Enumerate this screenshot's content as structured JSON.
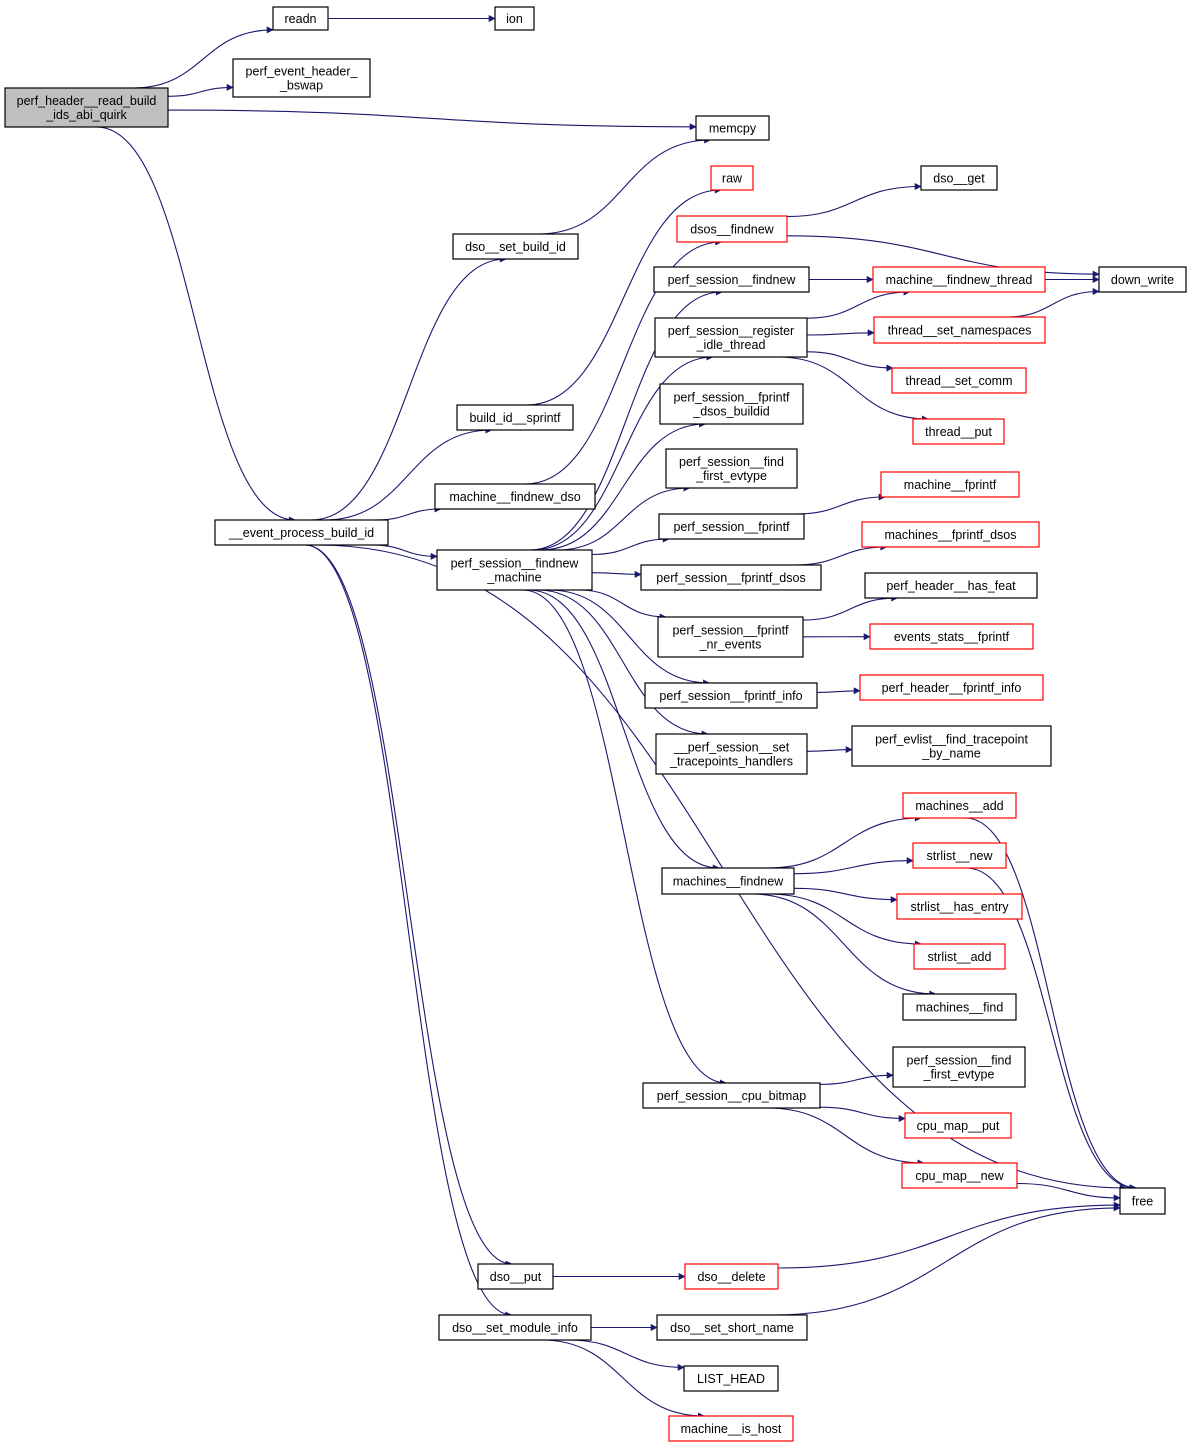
{
  "title": "perf_header__read_build_ids_abi_quirk call graph",
  "colors": {
    "edge": "#191970",
    "node_border_default": "#000000",
    "node_border_truncated": "#ff0000",
    "root_fill": "#bfbfbf",
    "node_fill": "#ffffff"
  },
  "nodes": [
    {
      "id": "root",
      "lines": [
        "perf_header__read_build",
        "_ids_abi_quirk"
      ],
      "style": "root"
    },
    {
      "id": "readn",
      "lines": [
        "readn"
      ],
      "style": "normal"
    },
    {
      "id": "ion",
      "lines": [
        "ion"
      ],
      "style": "normal"
    },
    {
      "id": "bswap",
      "lines": [
        "perf_event_header_",
        "_bswap"
      ],
      "style": "normal"
    },
    {
      "id": "memcpy",
      "lines": [
        "memcpy"
      ],
      "style": "normal"
    },
    {
      "id": "raw",
      "lines": [
        "raw"
      ],
      "style": "truncated"
    },
    {
      "id": "dso_get",
      "lines": [
        "dso__get"
      ],
      "style": "normal"
    },
    {
      "id": "dsos_findnew",
      "lines": [
        "dsos__findnew"
      ],
      "style": "truncated"
    },
    {
      "id": "dso_set_build_id",
      "lines": [
        "dso__set_build_id"
      ],
      "style": "normal"
    },
    {
      "id": "down_write",
      "lines": [
        "down_write"
      ],
      "style": "normal"
    },
    {
      "id": "ps_findnew",
      "lines": [
        "perf_session__findnew"
      ],
      "style": "normal"
    },
    {
      "id": "m_findnew_thread",
      "lines": [
        "machine__findnew_thread"
      ],
      "style": "truncated"
    },
    {
      "id": "ps_register_idle",
      "lines": [
        "perf_session__register",
        "_idle_thread"
      ],
      "style": "normal"
    },
    {
      "id": "thread_set_ns",
      "lines": [
        "thread__set_namespaces"
      ],
      "style": "truncated"
    },
    {
      "id": "thread_set_comm",
      "lines": [
        "thread__set_comm"
      ],
      "style": "truncated"
    },
    {
      "id": "thread_put",
      "lines": [
        "thread__put"
      ],
      "style": "truncated"
    },
    {
      "id": "ps_fprintf_dsos_buildid",
      "lines": [
        "perf_session__fprintf",
        "_dsos_buildid"
      ],
      "style": "normal"
    },
    {
      "id": "build_id_sprintf",
      "lines": [
        "build_id__sprintf"
      ],
      "style": "normal"
    },
    {
      "id": "ps_find_first_evtype_a",
      "lines": [
        "perf_session__find",
        "_first_evtype"
      ],
      "style": "normal"
    },
    {
      "id": "m_fprintf",
      "lines": [
        "machine__fprintf"
      ],
      "style": "truncated"
    },
    {
      "id": "m_findnew_dso",
      "lines": [
        "machine__findnew_dso"
      ],
      "style": "normal"
    },
    {
      "id": "ps_fprintf",
      "lines": [
        "perf_session__fprintf"
      ],
      "style": "normal"
    },
    {
      "id": "event_process",
      "lines": [
        "__event_process_build_id"
      ],
      "style": "normal"
    },
    {
      "id": "ms_fprintf_dsos",
      "lines": [
        "machines__fprintf_dsos"
      ],
      "style": "truncated"
    },
    {
      "id": "ps_findnew_machine",
      "lines": [
        "perf_session__findnew",
        "_machine"
      ],
      "style": "normal"
    },
    {
      "id": "ps_fprintf_dsos",
      "lines": [
        "perf_session__fprintf_dsos"
      ],
      "style": "normal"
    },
    {
      "id": "ph_has_feat",
      "lines": [
        "perf_header__has_feat"
      ],
      "style": "normal"
    },
    {
      "id": "ps_fprintf_nr_events",
      "lines": [
        "perf_session__fprintf",
        "_nr_events"
      ],
      "style": "normal"
    },
    {
      "id": "events_stats_fprintf",
      "lines": [
        "events_stats__fprintf"
      ],
      "style": "truncated"
    },
    {
      "id": "ps_fprintf_info",
      "lines": [
        "perf_session__fprintf_info"
      ],
      "style": "normal"
    },
    {
      "id": "ph_fprintf_info",
      "lines": [
        "perf_header__fprintf_info"
      ],
      "style": "truncated"
    },
    {
      "id": "ps_set_tp_handlers",
      "lines": [
        "__perf_session__set",
        "_tracepoints_handlers"
      ],
      "style": "normal"
    },
    {
      "id": "evlist_find_tp",
      "lines": [
        "perf_evlist__find_tracepoint",
        "_by_name"
      ],
      "style": "normal"
    },
    {
      "id": "ms_add",
      "lines": [
        "machines__add"
      ],
      "style": "truncated"
    },
    {
      "id": "strlist_new",
      "lines": [
        "strlist__new"
      ],
      "style": "truncated"
    },
    {
      "id": "ms_findnew",
      "lines": [
        "machines__findnew"
      ],
      "style": "normal"
    },
    {
      "id": "strlist_has_entry",
      "lines": [
        "strlist__has_entry"
      ],
      "style": "truncated"
    },
    {
      "id": "strlist_add",
      "lines": [
        "strlist__add"
      ],
      "style": "truncated"
    },
    {
      "id": "ms_find",
      "lines": [
        "machines__find"
      ],
      "style": "normal"
    },
    {
      "id": "ps_find_first_evtype_b",
      "lines": [
        "perf_session__find",
        "_first_evtype"
      ],
      "style": "normal"
    },
    {
      "id": "ps_cpu_bitmap",
      "lines": [
        "perf_session__cpu_bitmap"
      ],
      "style": "normal"
    },
    {
      "id": "cpu_map_put",
      "lines": [
        "cpu_map__put"
      ],
      "style": "truncated"
    },
    {
      "id": "cpu_map_new",
      "lines": [
        "cpu_map__new"
      ],
      "style": "truncated"
    },
    {
      "id": "free",
      "lines": [
        "free"
      ],
      "style": "normal"
    },
    {
      "id": "dso_put",
      "lines": [
        "dso__put"
      ],
      "style": "normal"
    },
    {
      "id": "dso_delete",
      "lines": [
        "dso__delete"
      ],
      "style": "truncated"
    },
    {
      "id": "dso_set_module_info",
      "lines": [
        "dso__set_module_info"
      ],
      "style": "normal"
    },
    {
      "id": "dso_set_short_name",
      "lines": [
        "dso__set_short_name"
      ],
      "style": "normal"
    },
    {
      "id": "list_head",
      "lines": [
        "LIST_HEAD"
      ],
      "style": "normal"
    },
    {
      "id": "m_is_host",
      "lines": [
        "machine__is_host"
      ],
      "style": "truncated"
    }
  ],
  "edges": [
    [
      "root",
      "readn"
    ],
    [
      "readn",
      "ion"
    ],
    [
      "root",
      "bswap"
    ],
    [
      "root",
      "memcpy"
    ],
    [
      "root",
      "event_process"
    ],
    [
      "dso_set_build_id",
      "memcpy"
    ],
    [
      "build_id_sprintf",
      "raw"
    ],
    [
      "dsos_findnew",
      "dso_get"
    ],
    [
      "dsos_findnew",
      "down_write"
    ],
    [
      "m_findnew_dso",
      "dsos_findnew"
    ],
    [
      "ps_findnew",
      "m_findnew_thread"
    ],
    [
      "m_findnew_thread",
      "down_write"
    ],
    [
      "ps_register_idle",
      "m_findnew_thread"
    ],
    [
      "ps_register_idle",
      "thread_set_ns"
    ],
    [
      "ps_register_idle",
      "thread_set_comm"
    ],
    [
      "ps_register_idle",
      "thread_put"
    ],
    [
      "thread_set_ns",
      "down_write"
    ],
    [
      "event_process",
      "dso_set_build_id"
    ],
    [
      "event_process",
      "build_id_sprintf"
    ],
    [
      "event_process",
      "m_findnew_dso"
    ],
    [
      "event_process",
      "ps_findnew_machine"
    ],
    [
      "event_process",
      "free"
    ],
    [
      "event_process",
      "dso_put"
    ],
    [
      "event_process",
      "dso_set_module_info"
    ],
    [
      "ps_findnew_machine",
      "ps_findnew"
    ],
    [
      "ps_findnew_machine",
      "ps_register_idle"
    ],
    [
      "ps_findnew_machine",
      "ps_fprintf_dsos_buildid"
    ],
    [
      "ps_findnew_machine",
      "ps_find_first_evtype_a"
    ],
    [
      "ps_findnew_machine",
      "ps_fprintf"
    ],
    [
      "ps_findnew_machine",
      "ps_fprintf_dsos"
    ],
    [
      "ps_findnew_machine",
      "ps_fprintf_nr_events"
    ],
    [
      "ps_findnew_machine",
      "ps_fprintf_info"
    ],
    [
      "ps_findnew_machine",
      "ps_set_tp_handlers"
    ],
    [
      "ps_findnew_machine",
      "ms_findnew"
    ],
    [
      "ps_findnew_machine",
      "ps_cpu_bitmap"
    ],
    [
      "ps_fprintf",
      "m_fprintf"
    ],
    [
      "ps_fprintf_dsos",
      "ms_fprintf_dsos"
    ],
    [
      "ps_fprintf_nr_events",
      "ph_has_feat"
    ],
    [
      "ps_fprintf_nr_events",
      "events_stats_fprintf"
    ],
    [
      "ps_fprintf_info",
      "ph_fprintf_info"
    ],
    [
      "ps_set_tp_handlers",
      "evlist_find_tp"
    ],
    [
      "ms_findnew",
      "ms_add"
    ],
    [
      "ms_findnew",
      "strlist_new"
    ],
    [
      "ms_findnew",
      "strlist_has_entry"
    ],
    [
      "ms_findnew",
      "strlist_add"
    ],
    [
      "ms_findnew",
      "ms_find"
    ],
    [
      "ms_add",
      "free"
    ],
    [
      "strlist_new",
      "free"
    ],
    [
      "ps_cpu_bitmap",
      "ps_find_first_evtype_b"
    ],
    [
      "ps_cpu_bitmap",
      "cpu_map_put"
    ],
    [
      "ps_cpu_bitmap",
      "cpu_map_new"
    ],
    [
      "cpu_map_new",
      "free"
    ],
    [
      "dso_put",
      "dso_delete"
    ],
    [
      "dso_delete",
      "free"
    ],
    [
      "dso_set_module_info",
      "dso_set_short_name"
    ],
    [
      "dso_set_short_name",
      "free"
    ],
    [
      "dso_set_module_info",
      "list_head"
    ],
    [
      "dso_set_module_info",
      "m_is_host"
    ]
  ]
}
